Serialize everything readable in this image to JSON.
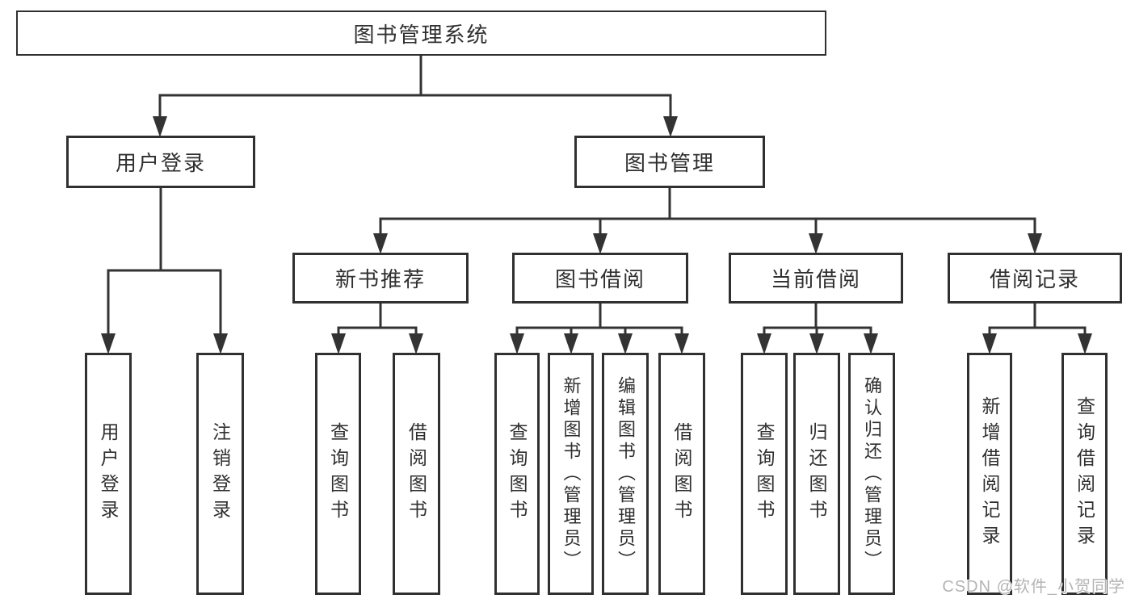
{
  "diagram": {
    "root_label": "图书管理系统",
    "branches": [
      {
        "label": "用户登录",
        "leaves": [
          "用户登录",
          "注销登录"
        ]
      },
      {
        "label": "图书管理",
        "groups": [
          {
            "label": "新书推荐",
            "leaves": [
              "查询图书",
              "借阅图书"
            ]
          },
          {
            "label": "图书借阅",
            "leaves": [
              "查询图书",
              "新增图书（管理员）",
              "编辑图书（管理员）",
              "借阅图书"
            ]
          },
          {
            "label": "当前借阅",
            "leaves": [
              "查询图书",
              "归还图书",
              "确认归还（管理员）"
            ]
          },
          {
            "label": "借阅记录",
            "leaves": [
              "新增借阅记录",
              "查询借阅记录"
            ]
          }
        ]
      }
    ],
    "colors": {
      "line": "#333333",
      "box_border": "#303030",
      "text": "#2f2f2f",
      "watermark": "#b4b4b4",
      "background": "#ffffff"
    }
  },
  "watermark": {
    "text": "CSDN @软件_小贺同学"
  }
}
